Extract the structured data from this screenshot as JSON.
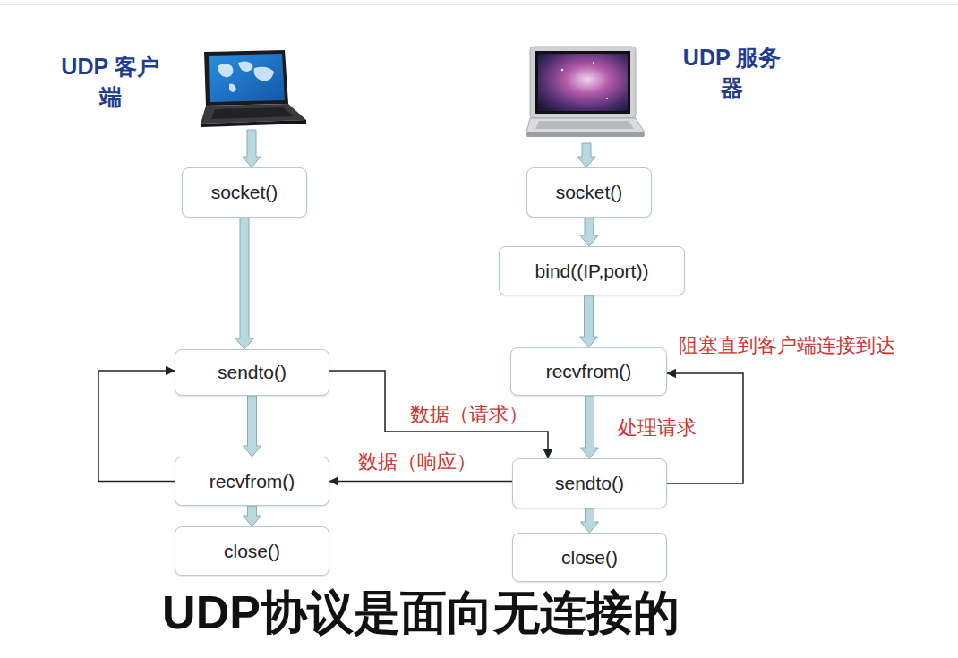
{
  "diagram": {
    "caption": "UDP协议是面向无连接的",
    "nodes": [
      {
        "text": [
          "UDP 客户端"
        ]
      },
      {
        "text": [
          "socket()"
        ]
      },
      {
        "text": [
          "sendto()"
        ]
      },
      {
        "text": [
          "recvfrom()"
        ]
      },
      {
        "text": [
          "close()"
        ]
      },
      {
        "text": [
          "UDP 服务器"
        ]
      },
      {
        "text": [
          "socket()"
        ]
      },
      {
        "text": [
          "bind((IP,port))"
        ]
      },
      {
        "text": [
          "recvfrom()"
        ]
      },
      {
        "text": [
          "sendto()"
        ]
      },
      {
        "text": [
          "close()"
        ]
      }
    ],
    "edges": [
      {
        "from": 0,
        "to": 1,
        "arrow": "to"
      },
      {
        "from": 1,
        "to": 2,
        "arrow": "to"
      },
      {
        "from": 2,
        "to": 3,
        "arrow": "to"
      },
      {
        "from": 3,
        "to": 4,
        "arrow": "to"
      },
      {
        "from": 3,
        "to": 2,
        "arrow": "to"
      },
      {
        "from": 2,
        "to": 9,
        "arrow": "to",
        "label": "数据（请求）"
      },
      {
        "from": 5,
        "to": 6,
        "arrow": "to"
      },
      {
        "from": 6,
        "to": 7,
        "arrow": "to"
      },
      {
        "from": 7,
        "to": 8,
        "arrow": "to"
      },
      {
        "from": 8,
        "to": 9,
        "arrow": "to",
        "label": "处理请求"
      },
      {
        "from": 9,
        "to": 3,
        "arrow": "to",
        "label": "数据（响应）"
      },
      {
        "from": 9,
        "to": 10,
        "arrow": "to"
      },
      {
        "from": 9,
        "to": 8,
        "arrow": "to"
      }
    ],
    "labels": [
      "阻塞直到客户端连接到达"
    ]
  }
}
